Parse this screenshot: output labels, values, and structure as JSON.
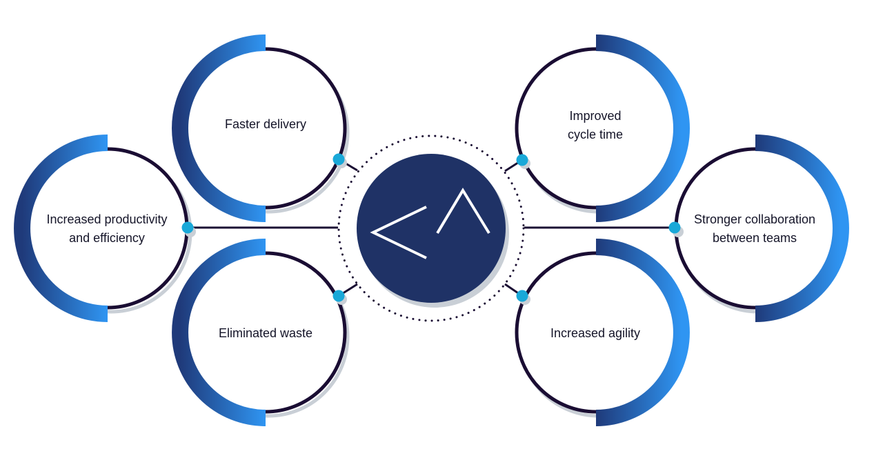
{
  "diagram": {
    "center_icon": "angle-brackets-logo-icon",
    "benefits": [
      {
        "id": "faster",
        "label": "Faster delivery"
      },
      {
        "id": "productivity",
        "label": "Increased productivity\nand efficiency"
      },
      {
        "id": "waste",
        "label": "Eliminated waste"
      },
      {
        "id": "cycle",
        "label": "Improved\ncycle time"
      },
      {
        "id": "collab",
        "label": "Stronger collaboration\nbetween teams"
      },
      {
        "id": "agility",
        "label": "Increased agility"
      }
    ]
  },
  "colors": {
    "gradient_dark": "#1f3a7a",
    "gradient_light": "#2f95f2",
    "ring_dark": "#1a0d33",
    "shadow_gray": "#c9cfd6",
    "center_fill": "#1f3266",
    "node_dot": "#19a8d8",
    "label_text": "#141428"
  }
}
